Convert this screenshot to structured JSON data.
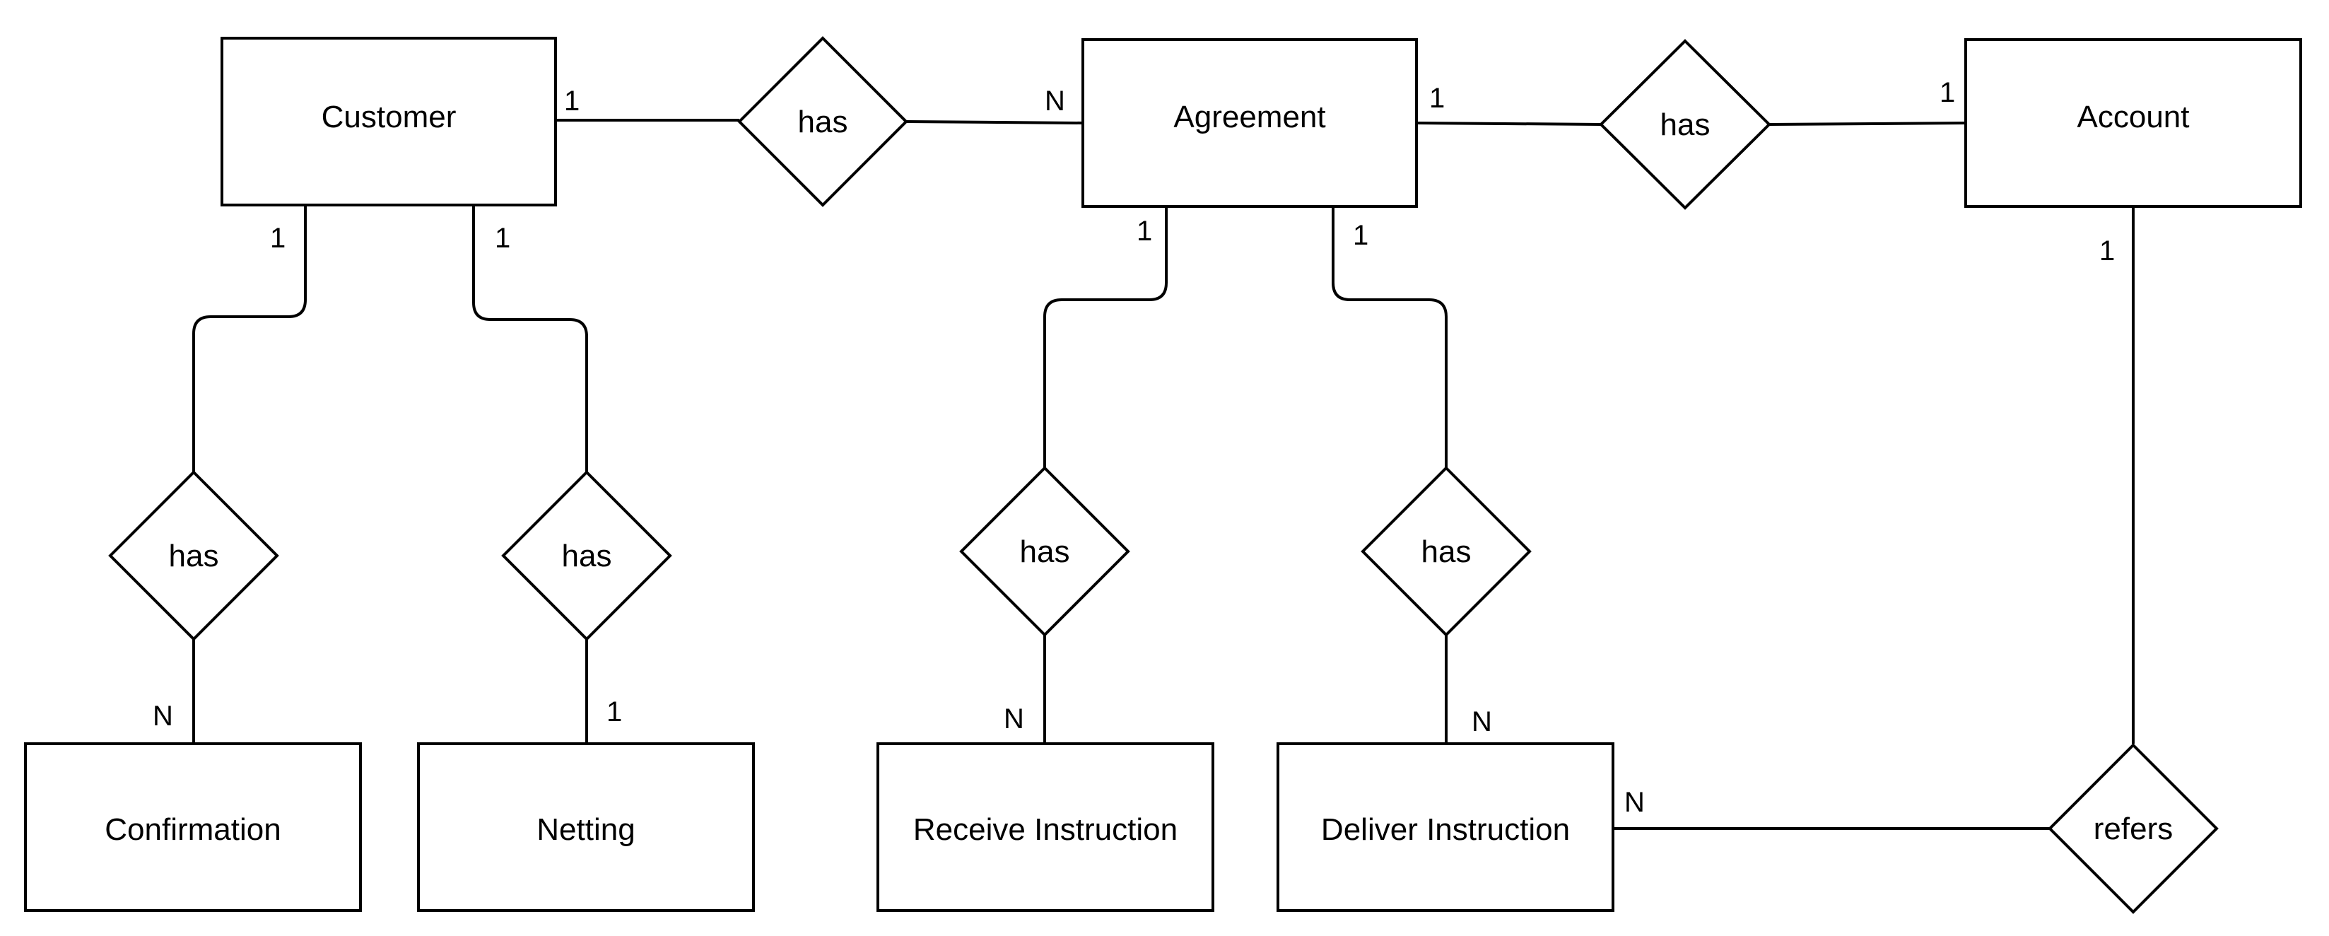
{
  "entities": {
    "customer": "Customer",
    "agreement": "Agreement",
    "account": "Account",
    "confirmation": "Confirmation",
    "netting": "Netting",
    "receive_instruction": "Receive Instruction",
    "deliver_instruction": "Deliver Instruction"
  },
  "relationships": {
    "customer_agreement": "has",
    "agreement_account": "has",
    "customer_confirmation": "has",
    "customer_netting": "has",
    "agreement_receive": "has",
    "agreement_deliver": "has",
    "deliver_account": "refers"
  },
  "cardinalities": {
    "customer_agreement_customer_side": "1",
    "customer_agreement_agreement_side": "N",
    "agreement_account_agreement_side": "1",
    "agreement_account_account_side": "1",
    "customer_confirmation_customer_side": "1",
    "customer_confirmation_confirmation_side": "N",
    "customer_netting_customer_side": "1",
    "customer_netting_netting_side": "1",
    "agreement_receive_agreement_side": "1",
    "agreement_receive_receive_side": "N",
    "agreement_deliver_agreement_side": "1",
    "agreement_deliver_deliver_side": "N",
    "account_refers_account_side": "1",
    "deliver_refers_deliver_side": "N"
  }
}
